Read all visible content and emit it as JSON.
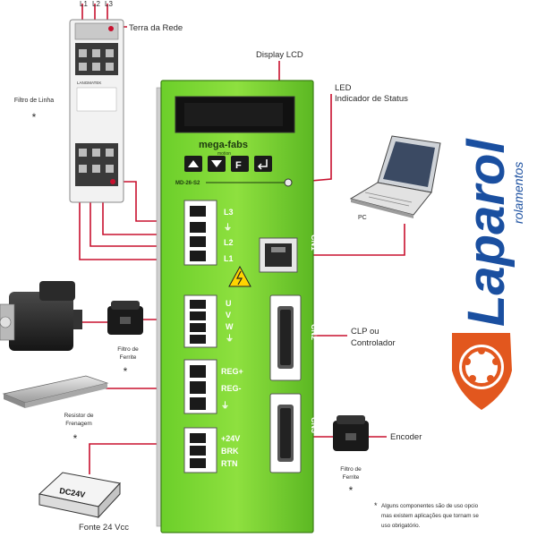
{
  "filter": {
    "terminals_top": [
      "L1",
      "L2",
      "L3"
    ],
    "brand": "LANGMATEK",
    "label": "Filtro de Linha",
    "mark": "*"
  },
  "labels": {
    "earth": "Terra da Rede",
    "display": "Display LCD",
    "led_line1": "LED",
    "led_line2": "Indicador de Status",
    "pc": "PC",
    "clp_line1": "CLP ou",
    "clp_line2": "Controlador",
    "encoder": "Encoder",
    "ferrite_motor_line1": "Filtro de",
    "ferrite_motor_line2": "Ferrite",
    "ferrite_encoder_line1": "Filtro de",
    "ferrite_encoder_line2": "Ferrite",
    "resistor_line1": "Resistor de",
    "resistor_line2": "Frenagem",
    "psu": "Fonte 24 Vcc",
    "psu_box": "DC24V",
    "star": "*"
  },
  "driver": {
    "brand": "mega-fabs",
    "brand_sub": "motion",
    "model": "MD-26-S2",
    "power_terminals": [
      "L3",
      "⏚",
      "L2",
      "L1"
    ],
    "motor_terminals": [
      "U",
      "V",
      "W",
      "⏚"
    ],
    "regen_terminals": [
      "REG+",
      "REG-",
      "⏚"
    ],
    "brake_terminals": [
      "+24V",
      "BRK",
      "RTN"
    ],
    "cn1": "CN1",
    "cn2": "CN2",
    "cn3": "CN3"
  },
  "logo": {
    "name": "Laparol",
    "sub": "rolamentos"
  },
  "footnote": {
    "line1": "Alguns componentes são de uso opcio",
    "line2": "mas existem aplicações que tornam se",
    "line3": "uso obrigatório.",
    "star": "*"
  }
}
